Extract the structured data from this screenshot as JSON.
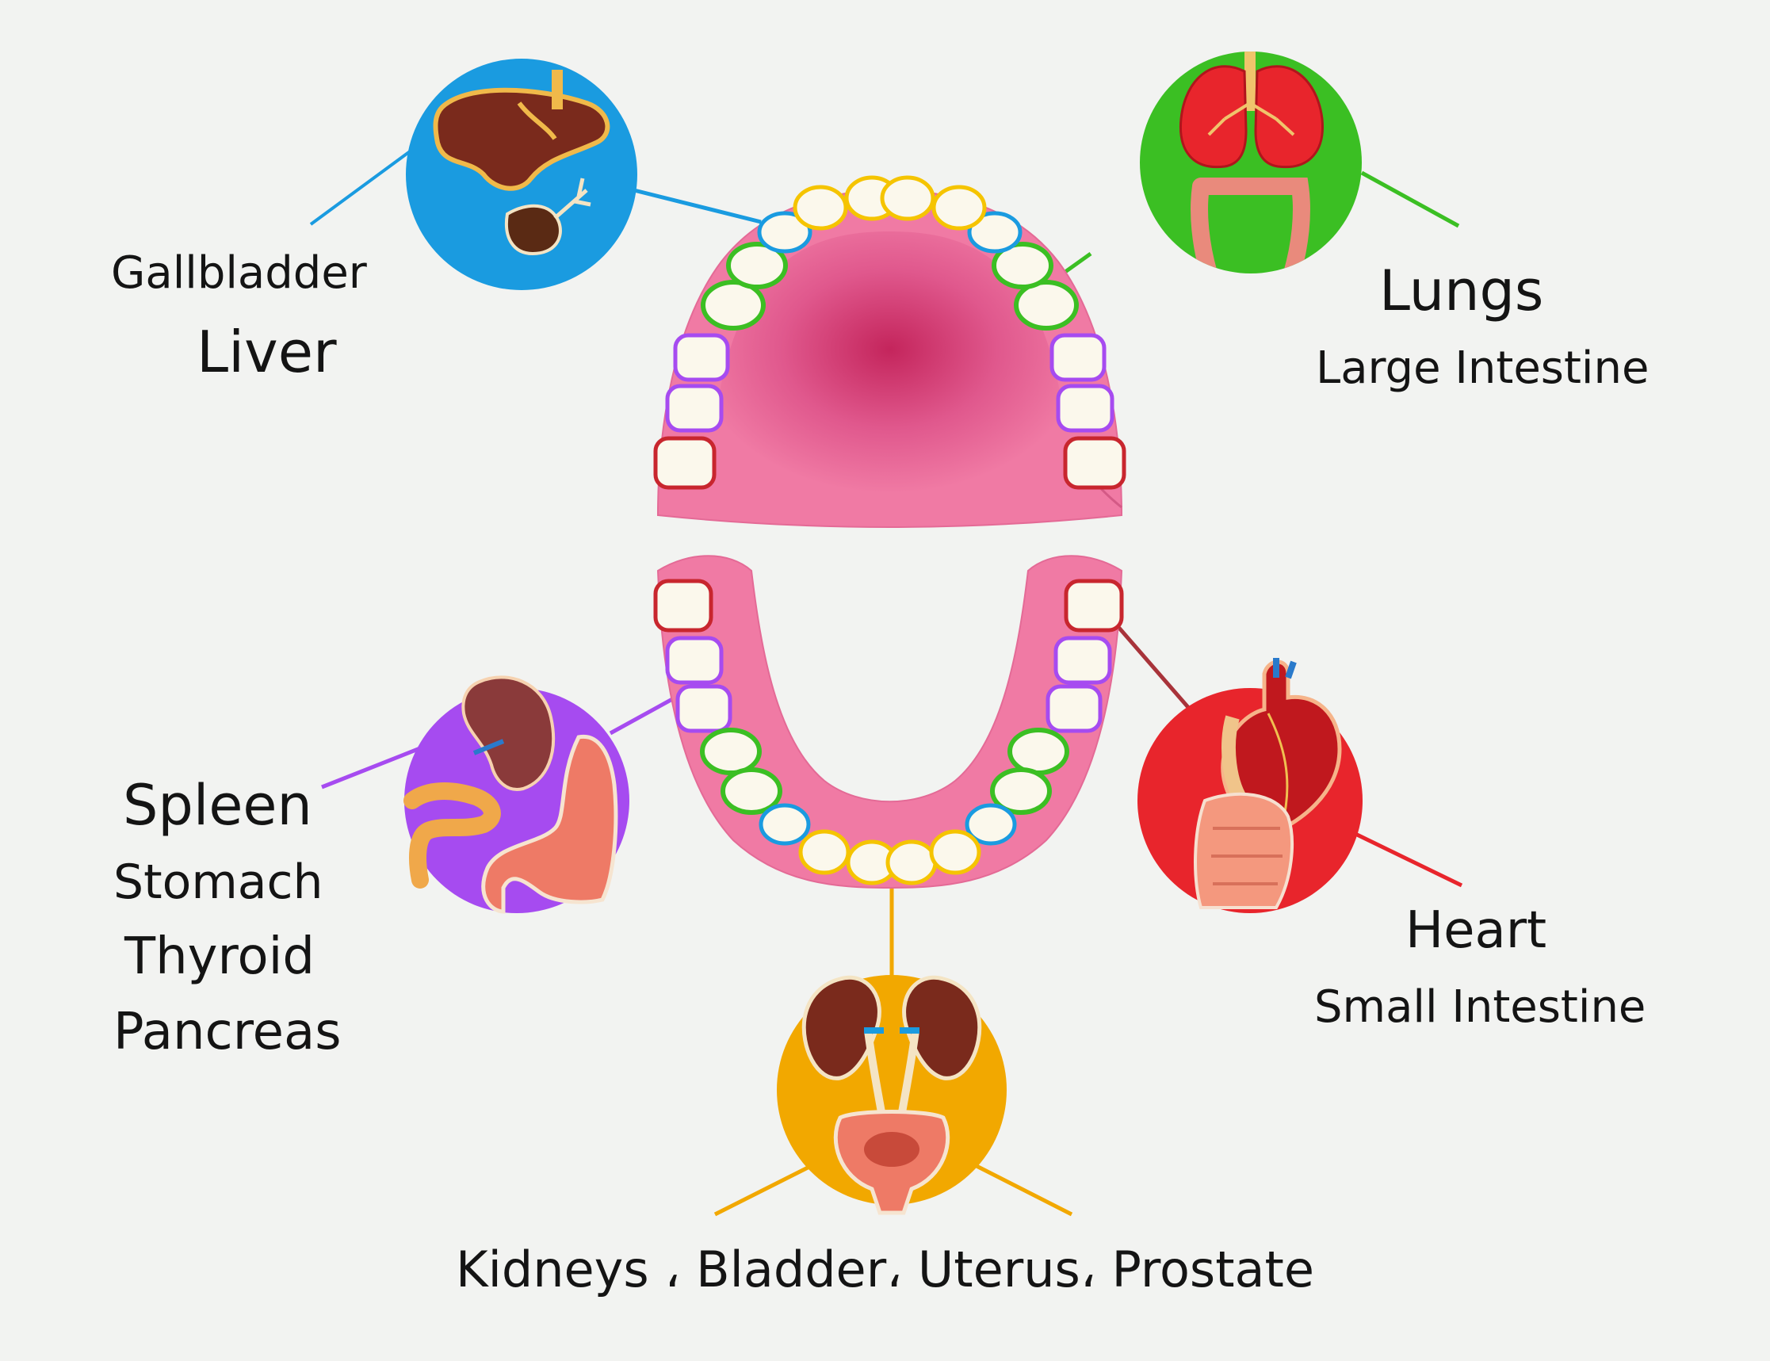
{
  "labels": {
    "gallbladder": "Gallbladder",
    "liver": "Liver",
    "lungs": "Lungs",
    "large_intestine": "Large Intestine",
    "spleen": "Spleen",
    "stomach": "Stomach",
    "thyroid": "Thyroid",
    "pancreas": "Pancreas",
    "heart": "Heart",
    "small_intestine": "Small Intestine",
    "bottom": "Kidneys ، Bladder، Uterus، Prostate"
  },
  "colors": {
    "liver_group": "#1a9be0",
    "lung_group": "#3bbf23",
    "spleen_group": "#a64bf0",
    "heart_group": "#e8252c",
    "kidney_group": "#f2a800",
    "molar_outline": "#c8262e",
    "tooth_fill": "#fbf8ec",
    "gum": "#f07aa4",
    "palate": "#c4255c",
    "background": "#f2f3f1"
  },
  "icons": [
    "liver-gallbladder-icon",
    "lungs-intestine-icon",
    "spleen-stomach-icon",
    "heart-intestine-icon",
    "kidneys-bladder-icon"
  ]
}
